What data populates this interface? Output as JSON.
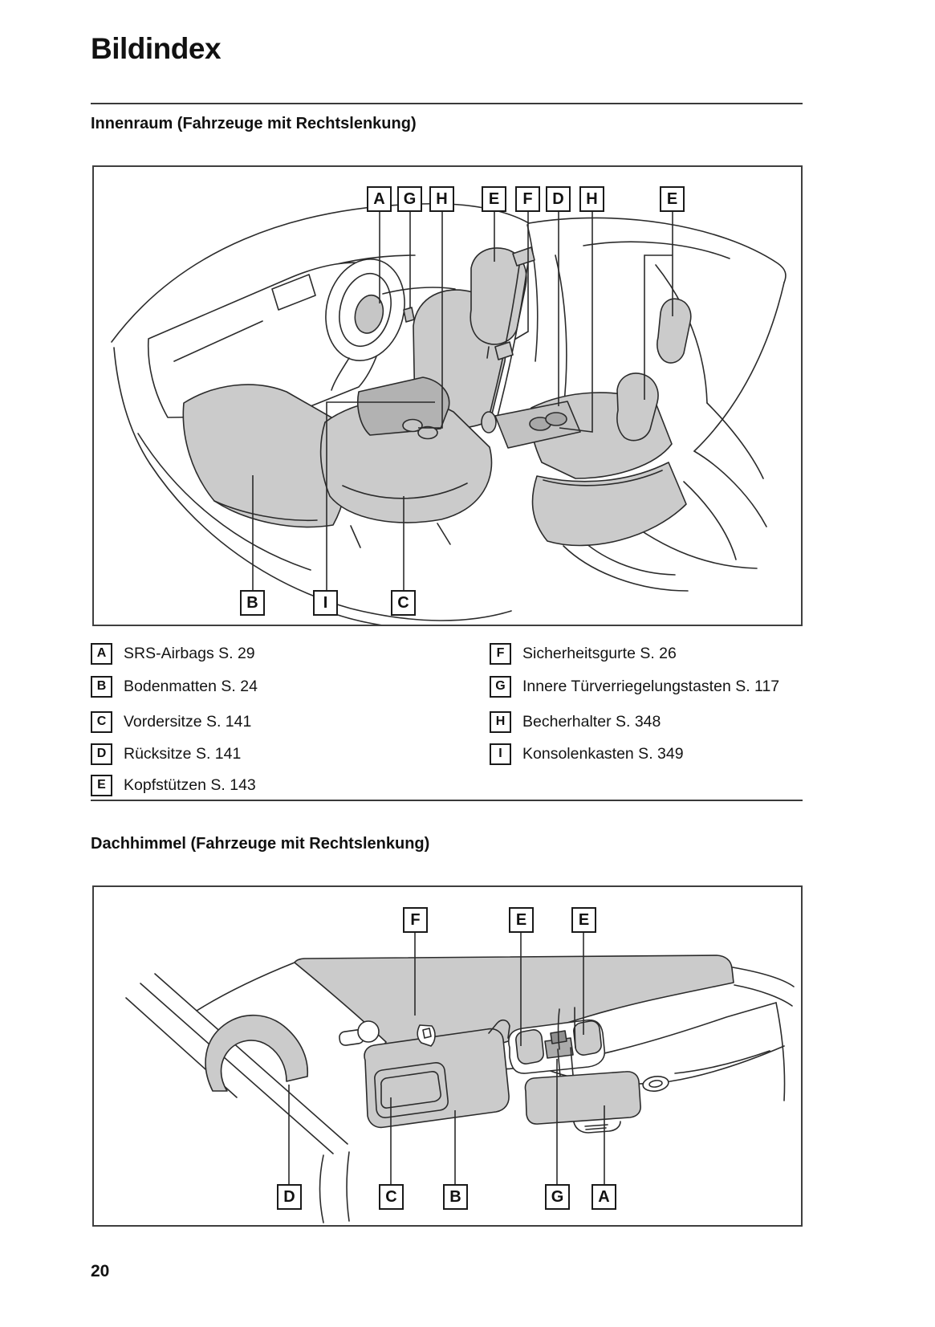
{
  "page": {
    "title": "Bildindex",
    "page_number": "20"
  },
  "diagram1": {
    "heading": "Innenraum (Fahrzeuge mit Rechtslenkung)",
    "callouts_top": [
      "A",
      "G",
      "H",
      "E",
      "F",
      "D",
      "H",
      "E"
    ],
    "callouts_bottom": [
      "B",
      "I",
      "C"
    ],
    "legend_left": [
      {
        "key": "A",
        "label": "SRS-Airbags S. 29"
      },
      {
        "key": "B",
        "label": "Bodenmatten S. 24"
      },
      {
        "key": "C",
        "label": "Vordersitze S. 141"
      },
      {
        "key": "D",
        "label": "Rücksitze S. 141"
      },
      {
        "key": "E",
        "label": "Kopfstützen S. 143"
      }
    ],
    "legend_right": [
      {
        "key": "F",
        "label": "Sicherheitsgurte S. 26"
      },
      {
        "key": "G",
        "label": "Innere Türverriegelungstasten S. 117"
      },
      {
        "key": "H",
        "label": "Becherhalter S. 348"
      },
      {
        "key": "I",
        "label": "Konsolenkasten S. 349"
      }
    ]
  },
  "diagram2": {
    "heading": "Dachhimmel (Fahrzeuge mit Rechtslenkung)",
    "callouts_top": [
      "F",
      "E",
      "E"
    ],
    "callouts_bottom": [
      "D",
      "C",
      "B",
      "G",
      "A"
    ]
  },
  "colors": {
    "line": "#2b2b2b",
    "fill_light": "#cbcbcb",
    "fill_mid": "#b2b2b2"
  }
}
